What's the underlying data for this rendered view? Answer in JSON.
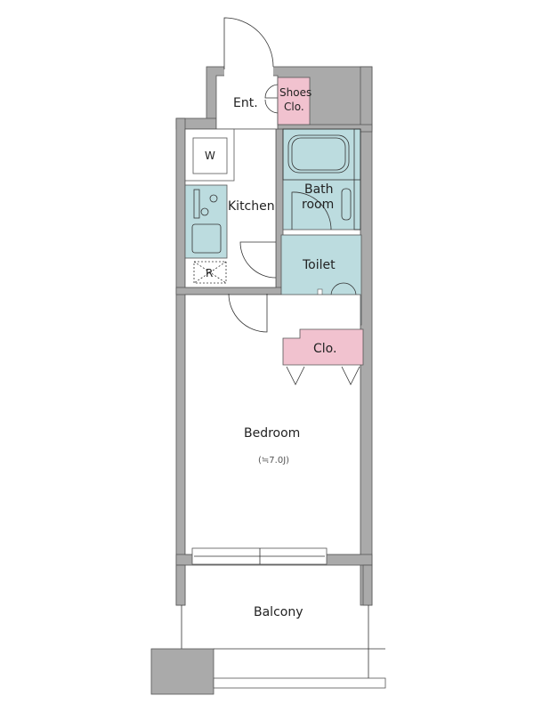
{
  "floorplan": {
    "rooms": {
      "entrance": "Ent.",
      "shoes_closet_line1": "Shoes",
      "shoes_closet_line2": "Clo.",
      "washer": "W",
      "kitchen": "Kitchen",
      "fridge": "R",
      "bath_line1": "Bath",
      "bath_line2": "room",
      "toilet": "Toilet",
      "closet": "Clo.",
      "bedroom": "Bedroom",
      "bedroom_size": "(≒7.0J)",
      "balcony": "Balcony"
    },
    "colors": {
      "wall": "#aaaaaa",
      "wet_area": "#bcdcdf",
      "closet": "#f1c2cf"
    }
  }
}
